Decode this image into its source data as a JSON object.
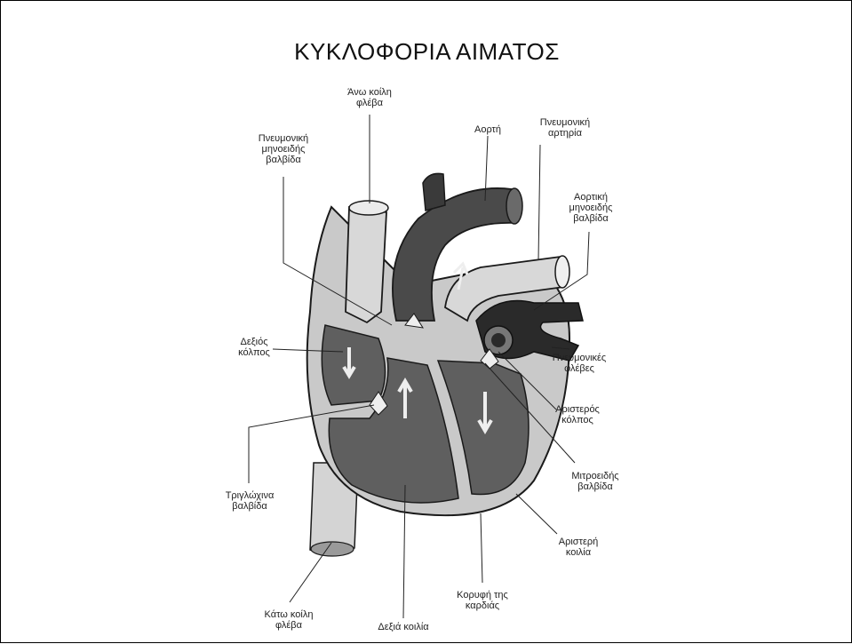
{
  "title": "ΚΥΚΛΟΦΟΡΙΑ ΑΙΜΑΤΟΣ",
  "labels": {
    "superior_vena_cava": [
      "Άνω κοίλη",
      "φλέβα"
    ],
    "pulmonary_semilunar_valve": [
      "Πνευμονική",
      "μηνοειδής",
      "βαλβίδα"
    ],
    "aorta": [
      "Αορτή"
    ],
    "pulmonary_artery": [
      "Πνευμονική",
      "αρτηρία"
    ],
    "aortic_semilunar_valve": [
      "Αορτική",
      "μηνοειδής",
      "βαλβίδα"
    ],
    "right_atrium": [
      "Δεξιός",
      "κόλπος"
    ],
    "pulmonary_veins": [
      "Πνευμονικές",
      "φλέβες"
    ],
    "left_atrium": [
      "Αριστερός",
      "κόλπος"
    ],
    "tricuspid_valve": [
      "Τριγλώχινα",
      "βαλβίδα"
    ],
    "mitral_valve": [
      "Μιτροειδής",
      "βαλβίδα"
    ],
    "left_ventricle": [
      "Αριστερή",
      "κοιλία"
    ],
    "apex": [
      "Κορυφή της",
      "καρδιάς"
    ],
    "inferior_vena_cava": [
      "Κάτω κοίλη",
      "φλέβα"
    ],
    "right_ventricle": [
      "Δεξιά κοιλία"
    ]
  },
  "colors": {
    "wall": "#c9c9c9",
    "chamber": "#5f5f5f",
    "vessel_dark": "#3a3a3a",
    "vessel_light": "#d8d8d8",
    "outline": "#1a1a1a"
  }
}
